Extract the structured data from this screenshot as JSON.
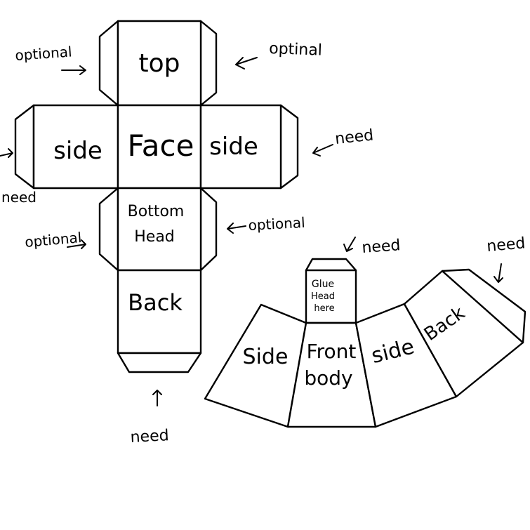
{
  "head_net": {
    "top": "top",
    "face": "Face",
    "left_side": "side",
    "right_side": "side",
    "bottom_line1": "Bottom",
    "bottom_line2": "Head",
    "back": "Back"
  },
  "body_net": {
    "glue_line1": "Glue",
    "glue_line2": "Head",
    "glue_line3": "here",
    "left_side": "Side",
    "front_line1": "Front",
    "front_line2": "body",
    "right_side": "side",
    "back": "Back"
  },
  "annotations": {
    "top_left": "optional",
    "top_right": "optinal",
    "left_side": "need",
    "right_side": "need",
    "bottom_left": "optional",
    "bottom_right": "optional",
    "back_tab": "need",
    "glue_tab": "need",
    "back_tab_body": "need"
  }
}
